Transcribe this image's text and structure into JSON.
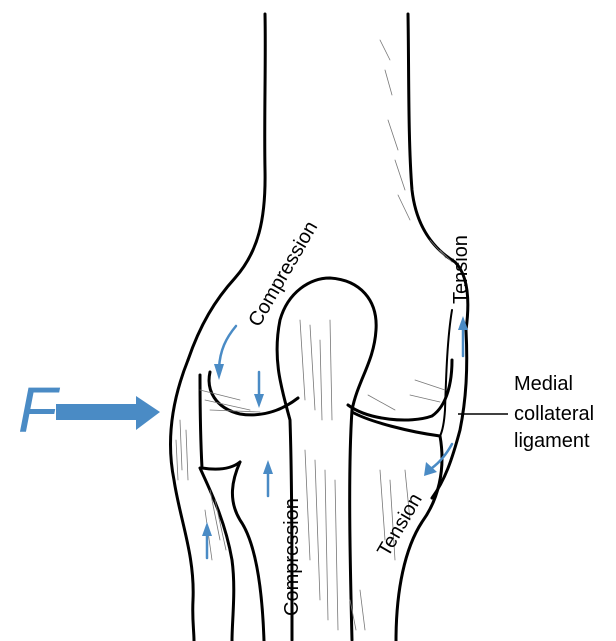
{
  "force_label": "F",
  "labels": {
    "compression_upper": "Compression",
    "compression_lower": "Compression",
    "tension_upper": "Tension",
    "tension_lower": "Tension",
    "ligament_line1": "Medial",
    "ligament_line2": "collateral",
    "ligament_line3": "ligament"
  },
  "colors": {
    "arrow": "#4a8bc5",
    "line": "#000000"
  }
}
